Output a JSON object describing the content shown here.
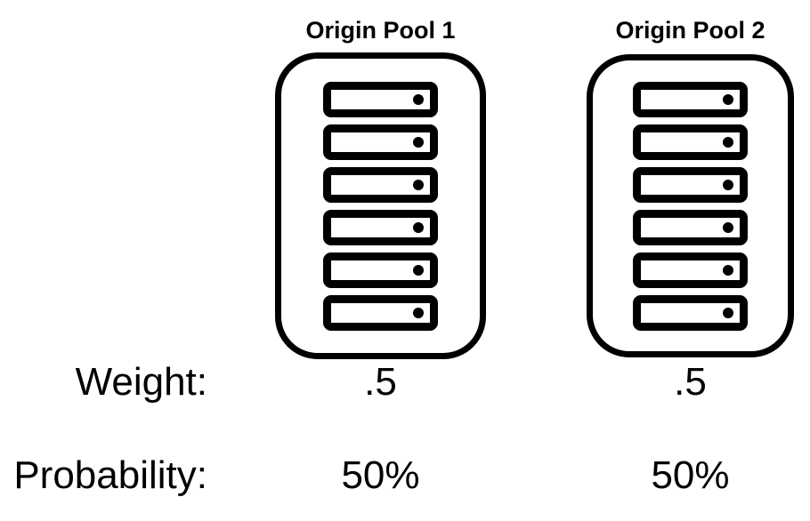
{
  "diagram": {
    "type": "load-balancing-origin-pools",
    "colors": {
      "line": "#000000",
      "background": "#ffffff"
    },
    "labels": {
      "weight": "Weight:",
      "probability": "Probability:"
    },
    "pools": [
      {
        "title": "Origin Pool 1",
        "server_count": 6,
        "server_icon": "server-bar-with-led-dot",
        "weight": ".5",
        "probability": "50%"
      },
      {
        "title": "Origin Pool 2",
        "server_count": 6,
        "server_icon": "server-bar-with-led-dot",
        "weight": ".5",
        "probability": "50%"
      }
    ]
  }
}
